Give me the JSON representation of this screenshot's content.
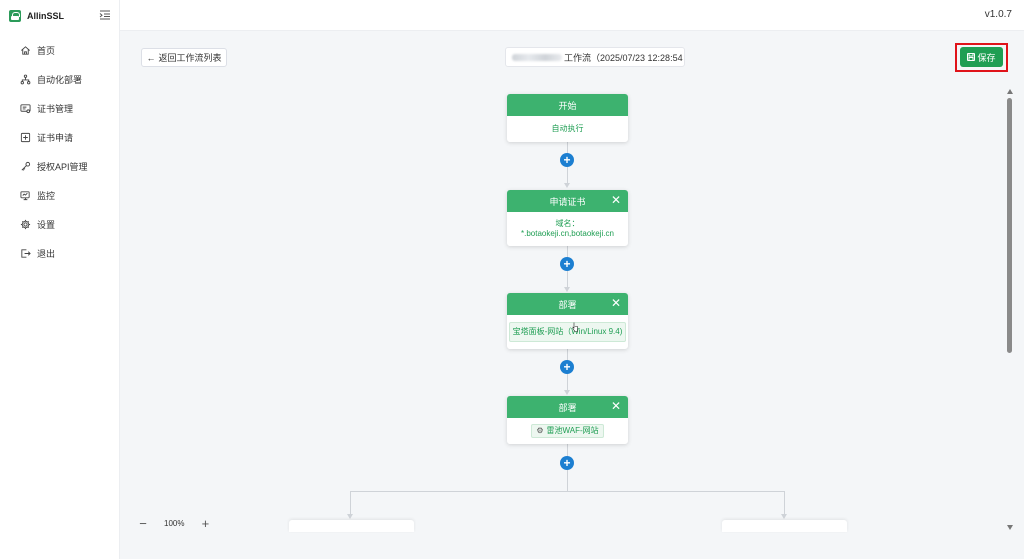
{
  "app": {
    "name": "AllinSSL",
    "version": "v1.0.7"
  },
  "sidebar": {
    "items": [
      {
        "label": "首页",
        "icon": "home-icon"
      },
      {
        "label": "自动化部署",
        "icon": "workflow-icon"
      },
      {
        "label": "证书管理",
        "icon": "certificate-icon"
      },
      {
        "label": "证书申请",
        "icon": "add-square-icon"
      },
      {
        "label": "授权API管理",
        "icon": "key-icon"
      },
      {
        "label": "监控",
        "icon": "monitor-icon"
      },
      {
        "label": "设置",
        "icon": "gear-icon"
      },
      {
        "label": "退出",
        "icon": "logout-icon"
      }
    ]
  },
  "header": {
    "back_label": "返回工作流列表",
    "workflow_title": "工作流（2025/07/23 12:28:54",
    "save_label": "保存"
  },
  "workflow": {
    "start": {
      "title": "开始",
      "body": "自动执行"
    },
    "apply": {
      "title": "申请证书",
      "domain_label": "域名：",
      "domain_value": "*.botaokeji.cn,botaokeji.cn"
    },
    "deploy1": {
      "title": "部署",
      "tag": "宝塔面板-网站（Win/Linux 9.4)"
    },
    "deploy2": {
      "title": "部署",
      "tag": "雷池WAF-网站"
    },
    "close_symbol": "✕",
    "add_symbol": "+"
  },
  "zoom": {
    "minus": "−",
    "value": "100%",
    "plus": "+"
  },
  "colors": {
    "brand_green": "#1f9e53",
    "node_header": "#3db26f",
    "add_button": "#1c7fd1",
    "highlight": "#e0131a"
  }
}
